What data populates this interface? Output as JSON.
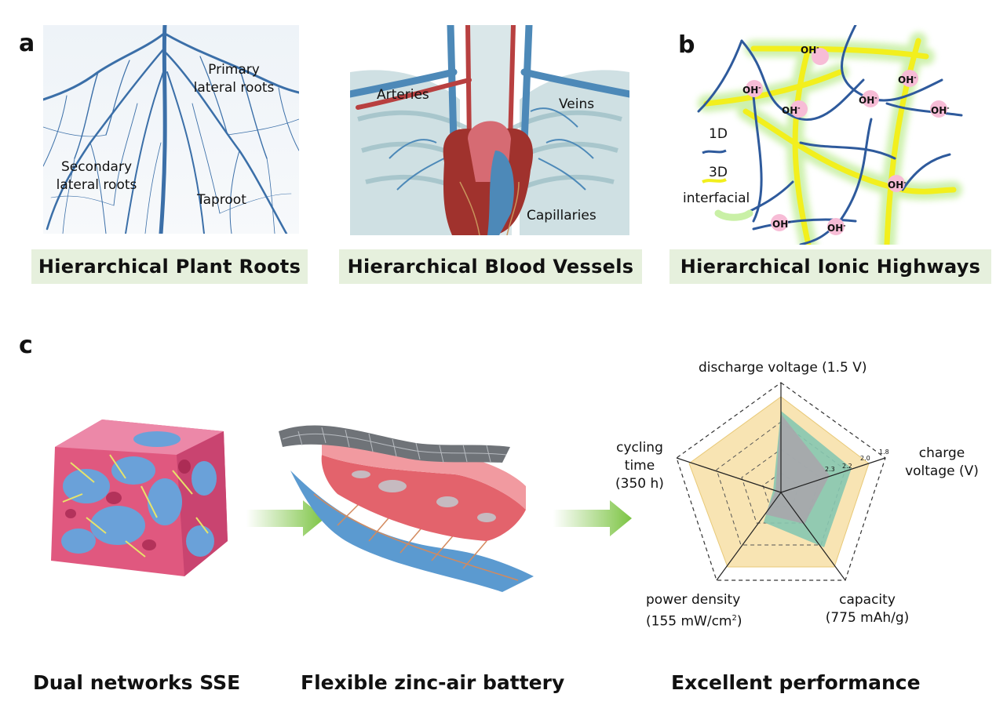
{
  "panels": {
    "a": "a",
    "b": "b",
    "c": "c"
  },
  "roots": {
    "primary": "Primary\nlateral roots",
    "secondary": "Secondary\nlateral roots",
    "taproot": "Taproot",
    "caption": "Hierarchical Plant Roots"
  },
  "vessels": {
    "arteries": "Arteries",
    "veins": "Veins",
    "capillaries": "Capillaries",
    "caption": "Hierarchical Blood Vessels"
  },
  "ionic": {
    "ion": "OH",
    "ion_sup": "-",
    "legend_1d": "1D",
    "legend_3d": "3D",
    "legend_interfacial": "interfacial",
    "caption": "Hierarchical Ionic Highways"
  },
  "radar": {
    "axes": {
      "discharge": "discharge voltage (1.5 V)",
      "charge": "charge\nvoltage (V)",
      "capacity": "capacity\n(775 mAh/g)",
      "power": "power density\n(155 mW/cm",
      "power_sup": "2",
      "power_end": ")",
      "cycling": "cycling\ntime\n(350 h)"
    },
    "charge_ticks": [
      "1.8",
      "2.0",
      "2.2",
      "2.3"
    ]
  },
  "bottom": {
    "sse": "Dual networks SSE",
    "battery": "Flexible zinc-air battery",
    "performance": "Excellent performance"
  },
  "colors": {
    "caption_bg": "#e6f0dd",
    "root_blue": "#3b6fa8",
    "ion_yellow": "#f2ef1d",
    "ion_glow": "#c9f0a6",
    "ion_pink": "#f7bcd6",
    "network_blue": "#2e5a9c",
    "radar_yellow": "#f8e4b3",
    "radar_green": "#86c7b0",
    "radar_gray": "#a9a5ab",
    "arrow_green": "#7cc443"
  }
}
